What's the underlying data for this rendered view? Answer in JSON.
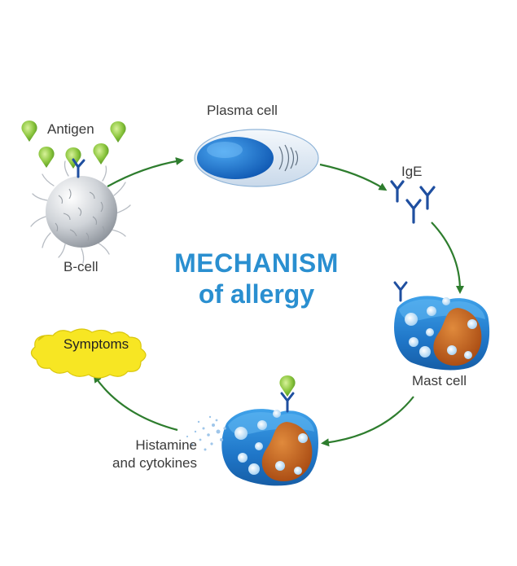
{
  "title": {
    "line1": "MECHANISM",
    "line2": "of allergy"
  },
  "labels": {
    "antigen": "Antigen",
    "plasma_cell": "Plasma cell",
    "ige": "IgE",
    "b_cell": "B-cell",
    "mast_cell": "Mast cell",
    "symptoms": "Symptoms",
    "histamine_line1": "Histamine",
    "histamine_line2": "and cytokines"
  },
  "colors": {
    "title": "#2a8fd0",
    "arrow": "#2e7d2e",
    "antigen": "#8cc63f",
    "antibody": "#1f4fa0",
    "cell_blue": "#2f86d6",
    "nucleus": "#c8601f",
    "symptoms_fill": "#f7e623"
  },
  "icons": [
    "antigen-icon",
    "b-cell-icon",
    "plasma-cell-icon",
    "ige-antibody-icon",
    "mast-cell-icon",
    "histamine-particles-icon",
    "symptoms-cloud-icon"
  ]
}
